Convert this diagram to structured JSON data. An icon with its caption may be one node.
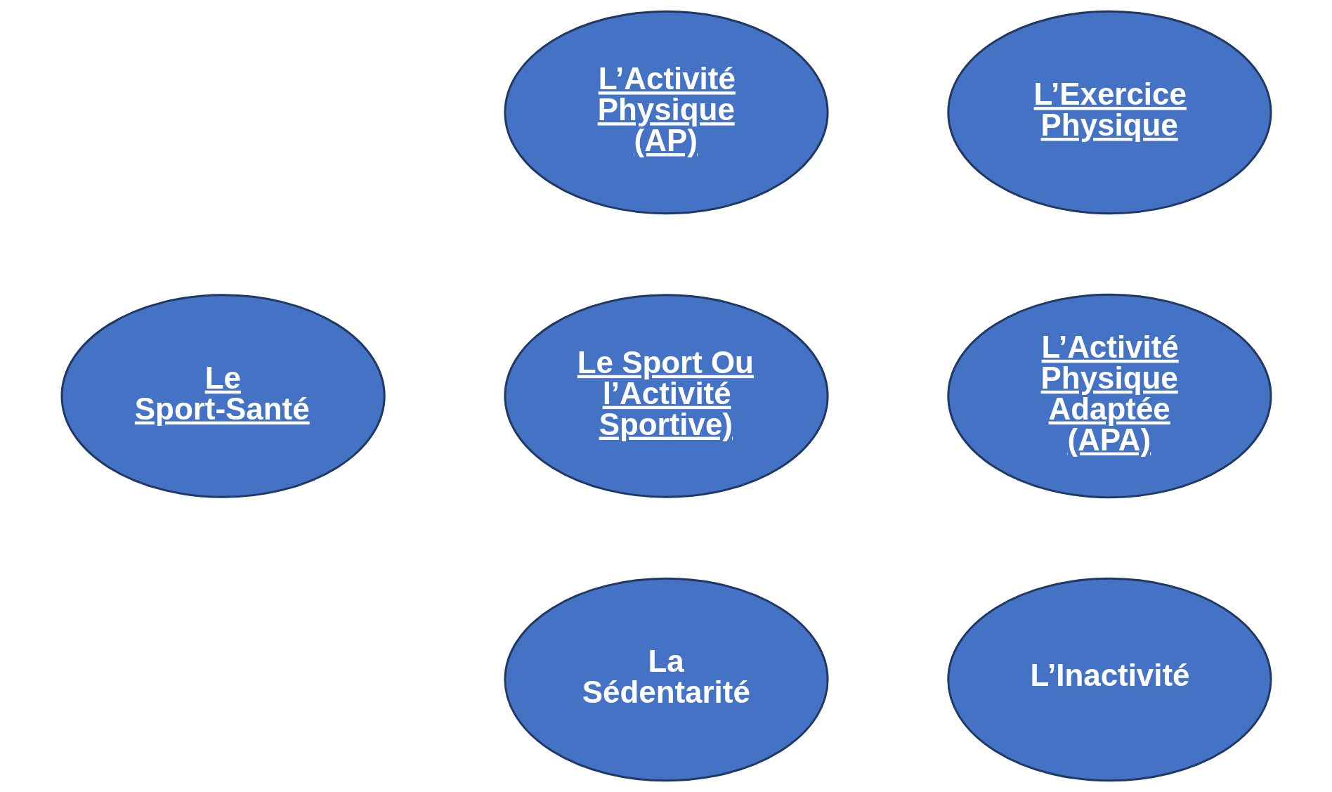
{
  "diagram": {
    "nodes": [
      {
        "text": [
          "L’Activité Physique (AP)"
        ]
      },
      {
        "text": [
          "L’Exercice Physique"
        ]
      },
      {
        "text": [
          "Le Sport Ou l’Activité Sportive)"
        ]
      },
      {
        "text": [
          "L’Activité Physique Adaptée (APA)"
        ]
      },
      {
        "text": [
          "Le Sport-Santé"
        ]
      },
      {
        "text": [
          "La Sédentarité"
        ]
      },
      {
        "text": [
          "L’Inactivité"
        ]
      }
    ]
  }
}
